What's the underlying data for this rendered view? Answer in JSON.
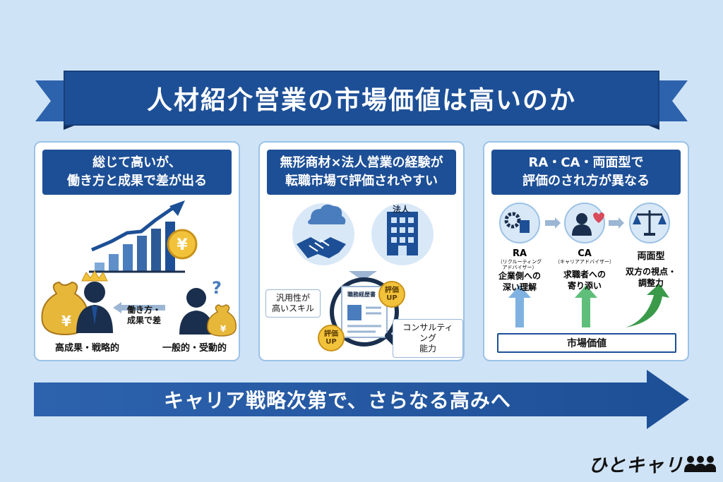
{
  "title": "人材紹介営業の市場価値は高いのか",
  "cards": [
    {
      "head": [
        "総じて高いが、",
        "働き方と成果で差が出る"
      ],
      "speech": [
        "働き方・",
        "成果で差"
      ],
      "left_label": "高成果・戦略的",
      "right_label": "一般的・受動的",
      "coin_symbol": "¥"
    },
    {
      "head": [
        "無形商材×法人営業の経験が",
        "転職市場で評価されやすい"
      ],
      "building_label": "法人",
      "doc_title": "職務経歴書",
      "left_note": [
        "汎用性が",
        "高いスキル"
      ],
      "right_note": [
        "コンサルティング",
        "能力"
      ],
      "badge": [
        "評価",
        "UP"
      ]
    },
    {
      "head": [
        "RA・CA・両面型で",
        "評価のされ方が異なる"
      ],
      "roles": [
        {
          "name": "RA",
          "sub": [
            "（リクルーティング",
            "アドバイザー）"
          ],
          "desc": [
            "企業側への",
            "深い理解"
          ]
        },
        {
          "name": "CA",
          "sub": [
            "（キャリアアドバイザー）"
          ],
          "desc": [
            "求職者への",
            "寄り添い"
          ]
        },
        {
          "name": "両面型",
          "sub": [],
          "desc": [
            "双方の視点・",
            "調整力"
          ]
        }
      ],
      "market": "市場価値"
    }
  ],
  "bottom": "キャリア戦略次第で、さらなる高みへ",
  "logo": "ひとキャリ",
  "colors": {
    "navy": "#1d4f96",
    "bg": "#cfe3f6",
    "gold": "#f2c33a",
    "green": "#3a9a4a"
  }
}
